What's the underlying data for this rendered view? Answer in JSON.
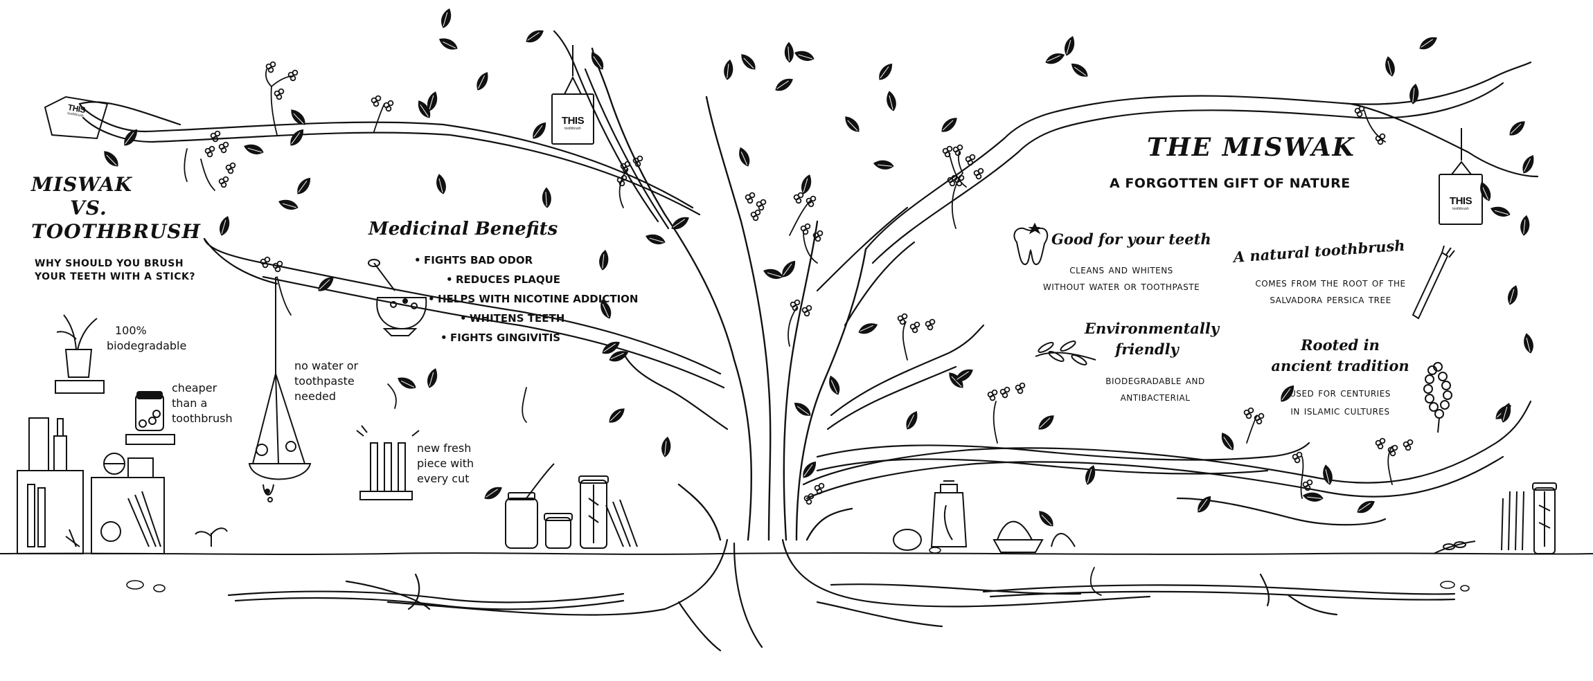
{
  "left_panel": {
    "title": [
      "MISWAK",
      "VS.",
      "TOOTHBRUSH"
    ],
    "subtitle": [
      "WHY SHOULD YOU BRUSH",
      "YOUR TEETH WITH A STICK?"
    ],
    "facts": [
      {
        "lines": [
          "100%",
          "biodegradable"
        ],
        "icon": "potted-plant-icon"
      },
      {
        "lines": [
          "cheaper",
          "than a",
          "toothbrush"
        ],
        "icon": "jar-icon"
      },
      {
        "lines": [
          "no water or",
          "toothpaste",
          "needed"
        ],
        "icon": "hanging-planter-icon"
      },
      {
        "lines": [
          "new fresh",
          "piece with",
          "every cut"
        ],
        "icon": "miswak-sticks-icon"
      }
    ]
  },
  "medicinal": {
    "title": "Medicinal Benefits",
    "items": [
      "FIGHTS BAD ODOR",
      "REDUCES PLAQUE",
      "HELPS WITH NICOTINE ADDICTION",
      "WHITENS TEETH",
      "FIGHTS GINGIVITIS"
    ]
  },
  "right_panel": {
    "title": "THE MISWAK",
    "subtitle": "A FORGOTTEN GIFT OF NATURE",
    "features": [
      {
        "title": [
          "Good for your teeth"
        ],
        "body": [
          "cleans and whitens",
          "without water or toothpaste"
        ],
        "icon": "tooth-icon"
      },
      {
        "title": [
          "A natural toothbrush"
        ],
        "body": [
          "comes from the root of the",
          "salvadora persica tree"
        ],
        "icon": "miswak-stick-icon"
      },
      {
        "title": [
          "Environmentally",
          "friendly"
        ],
        "body": [
          "biodegradable and",
          "antibacterial"
        ],
        "icon": "leaf-sprig-icon"
      },
      {
        "title": [
          "Rooted in",
          "ancient tradition"
        ],
        "body": [
          "used for centuries",
          "in islamic cultures"
        ],
        "icon": "prayer-beads-icon"
      }
    ]
  },
  "tags": [
    {
      "label": "THIS",
      "sub": "toothbrush"
    },
    {
      "label": "THIS",
      "sub": "toothbrush"
    },
    {
      "label": "THIS",
      "sub": "toothbrush"
    }
  ],
  "colors": {
    "ink": "#111111",
    "paper": "#ffffff"
  }
}
